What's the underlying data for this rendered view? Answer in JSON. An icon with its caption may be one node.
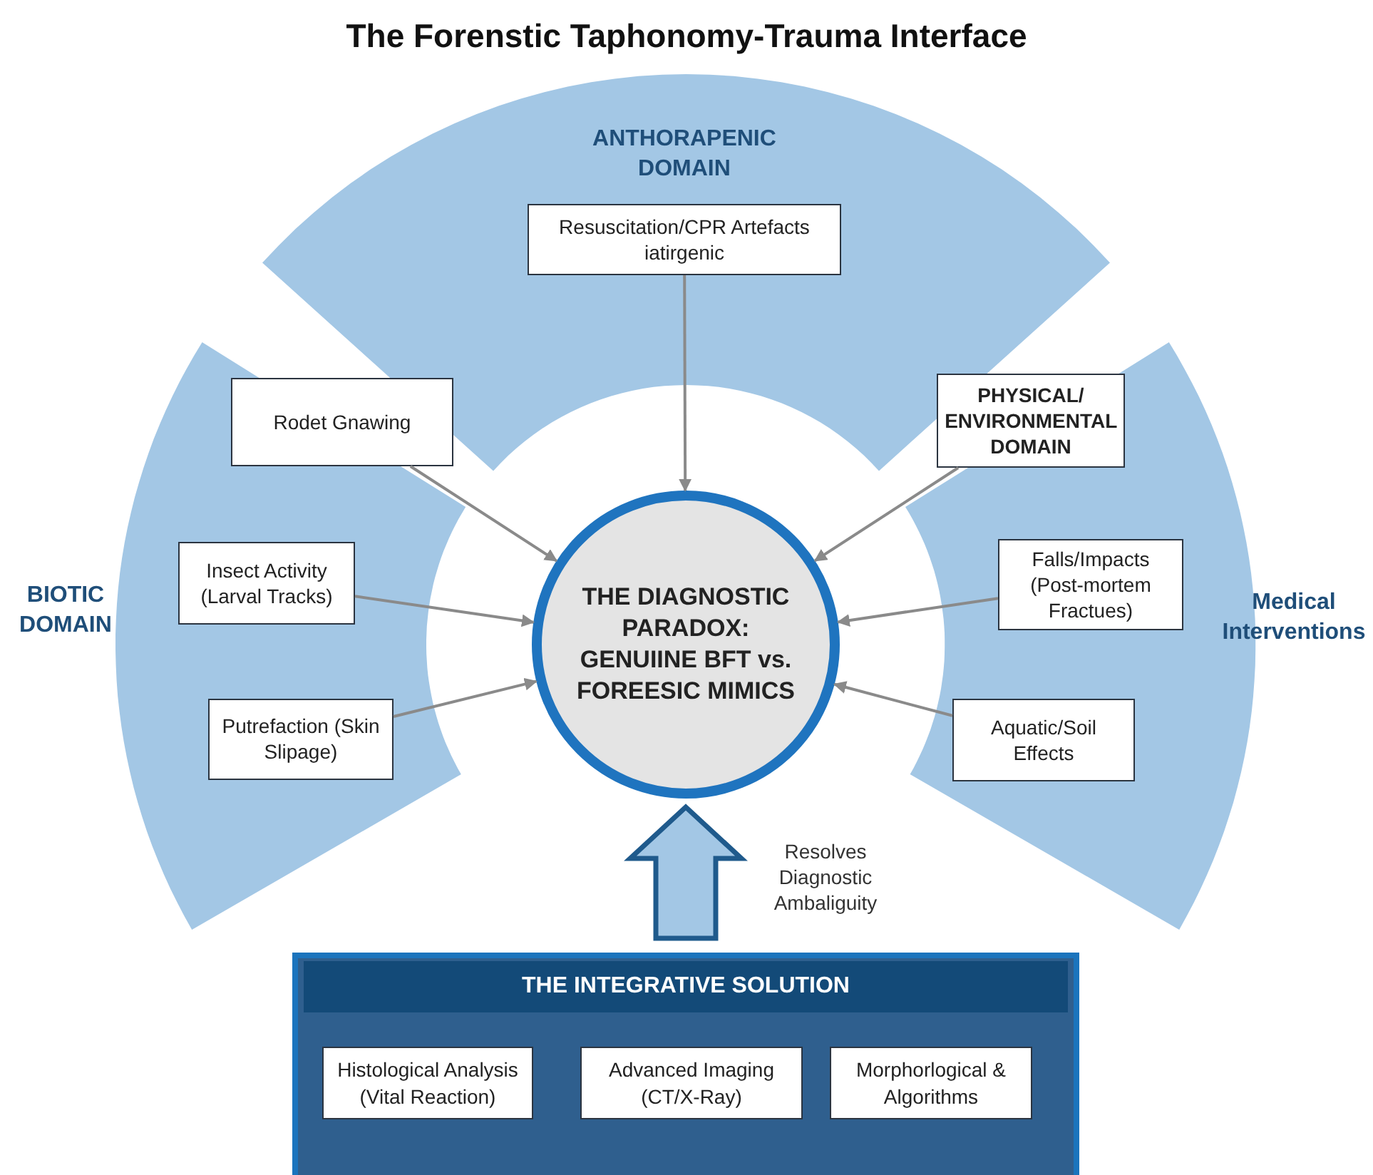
{
  "diagram": {
    "title": "The Forenstic Taphonomy-Trauma Interface",
    "nodes": [
      {
        "text": [
          "ANTHORAPENIC DOMAIN"
        ]
      },
      {
        "text": [
          "Resuscitation/CPR Artefacts iatirgenic"
        ],
        "in": 0
      },
      {
        "text": [
          "BIOTIC DOMAIN"
        ]
      },
      {
        "text": [
          "Rodet Gnawing"
        ],
        "in": 2
      },
      {
        "text": [
          "Insect Activity (Larval Tracks)"
        ],
        "in": 2
      },
      {
        "text": [
          "Putrefaction (Skin Slipage)"
        ],
        "in": 2
      },
      {
        "text": [
          "Medical Interventions"
        ]
      },
      {
        "text": [
          "PHYSICAL/ ENVIRONMENTAL DOMAIN"
        ],
        "in": 6
      },
      {
        "text": [
          "Falls/Impacts (Post-mortem Fractues)"
        ],
        "in": 6
      },
      {
        "text": [
          "Aquatic/Soil Effects"
        ],
        "in": 6
      },
      {
        "text": [
          "THE DIAGNOSTIC PARADOX: GENUIINE BFT vs. FOREESIC MIMICS"
        ]
      },
      {
        "text": [
          "THE INTEGRATIVE SOLUTION"
        ]
      },
      {
        "text": [
          "Histological Analysis (Vital Reaction)"
        ],
        "in": 11
      },
      {
        "text": [
          "Advanced Imaging (CT/X-Ray)"
        ],
        "in": 11
      },
      {
        "text": [
          "Morphorlogical & Algorithms"
        ],
        "in": 11
      }
    ],
    "edges": [
      {
        "from": 1,
        "to": 10,
        "arrow": "to"
      },
      {
        "from": 3,
        "to": 10,
        "arrow": "to"
      },
      {
        "from": 4,
        "to": 10,
        "arrow": "to"
      },
      {
        "from": 5,
        "to": 10,
        "arrow": "to"
      },
      {
        "from": 7,
        "to": 10,
        "arrow": "to"
      },
      {
        "from": 8,
        "to": 10,
        "arrow": "to"
      },
      {
        "from": 9,
        "to": 10,
        "arrow": "to"
      },
      {
        "from": 11,
        "to": 10,
        "arrow": "to",
        "label": "Resolves Diagnostic Ambaliguity",
        "style": "thick",
        "color": "#1f5a8c"
      }
    ]
  }
}
